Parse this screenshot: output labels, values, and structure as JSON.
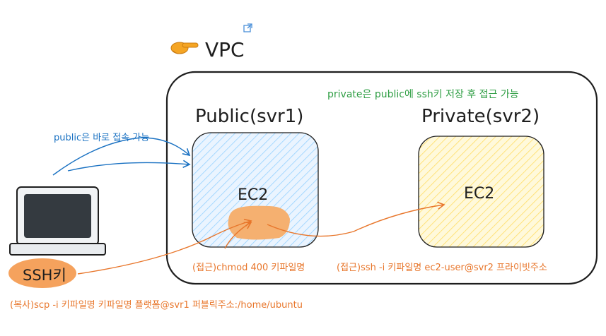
{
  "header": {
    "link_icon": "external-link-icon",
    "pointer_icon": "pointing-hand-icon",
    "title": "VPC"
  },
  "vpc": {
    "note": "private은 public에 ssh키 저장 후 접근 가능"
  },
  "public_server": {
    "title": "Public(svr1)",
    "instance_label": "EC2",
    "fill_color": "#a5d8ff"
  },
  "private_server": {
    "title": "Private(svr2)",
    "instance_label": "EC2",
    "fill_color": "#ffec99"
  },
  "client": {
    "icon": "computer-icon",
    "ssh_key_label": "SSH키",
    "key_color": "#f5a25d"
  },
  "annotations": {
    "public_direct": "public은 바로 접속 가능",
    "chmod": "(접근)chmod 400 키파일명",
    "ssh_private": "(접근)ssh -i 키파일명 ec2-user@svr2 프라이빗주소",
    "scp": "(복사)scp -i 키파일명 키파일명 플랫폼@svr1 퍼블릭주소:/home/ubuntu"
  },
  "colors": {
    "blue_arrow": "#1971c2",
    "orange_arrow": "#e8762b",
    "green_note": "#2f9e44",
    "stroke": "#1e1e1e"
  }
}
